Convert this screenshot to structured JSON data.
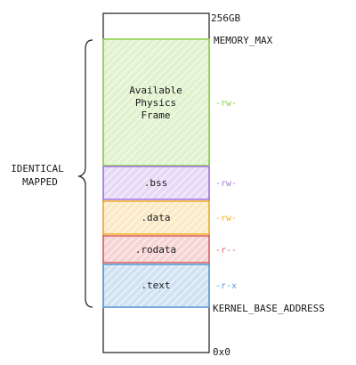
{
  "addresses": {
    "top": "256GB",
    "memory_max": "MEMORY_MAX",
    "kernel_base": "KERNEL_BASE_ADDRESS",
    "bottom": "0x0"
  },
  "bracket_label": [
    "IDENTICAL",
    "MAPPED"
  ],
  "sections": [
    {
      "id": "frame",
      "label": [
        "Available",
        "Physics",
        "Frame"
      ],
      "perm": "-rw-",
      "color": "#8fd14f"
    },
    {
      "id": "bss",
      "label": [
        ".bss"
      ],
      "perm": "-rw-",
      "color": "#a57be0"
    },
    {
      "id": "data",
      "label": [
        ".data"
      ],
      "perm": "-rw-",
      "color": "#f2b233"
    },
    {
      "id": "rodata",
      "label": [
        ".rodata"
      ],
      "perm": "-r--",
      "color": "#e06666"
    },
    {
      "id": "text",
      "label": [
        ".text"
      ],
      "perm": "-r-x",
      "color": "#5b9bd5"
    }
  ],
  "colors": {
    "outline": "#1a1a1a",
    "text": "#1a1a1a"
  }
}
